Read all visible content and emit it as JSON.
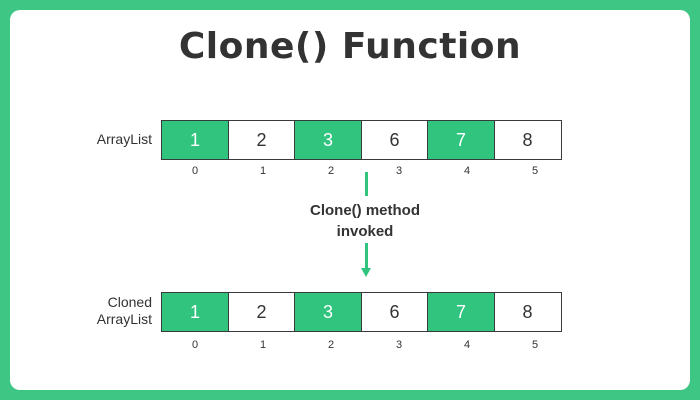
{
  "title": "Clone() Function",
  "original": {
    "label": "ArrayList",
    "cells": [
      {
        "value": "1",
        "highlighted": true
      },
      {
        "value": "2",
        "highlighted": false
      },
      {
        "value": "3",
        "highlighted": true
      },
      {
        "value": "6",
        "highlighted": false
      },
      {
        "value": "7",
        "highlighted": true
      },
      {
        "value": "8",
        "highlighted": false
      }
    ],
    "indices": [
      "0",
      "1",
      "2",
      "3",
      "4",
      "5"
    ]
  },
  "method": {
    "line1": "Clone() method",
    "line2": "invoked"
  },
  "cloned": {
    "label_line1": "Cloned",
    "label_line2": "ArrayList",
    "cells": [
      {
        "value": "1",
        "highlighted": true
      },
      {
        "value": "2",
        "highlighted": false
      },
      {
        "value": "3",
        "highlighted": true
      },
      {
        "value": "6",
        "highlighted": false
      },
      {
        "value": "7",
        "highlighted": true
      },
      {
        "value": "8",
        "highlighted": false
      }
    ],
    "indices": [
      "0",
      "1",
      "2",
      "3",
      "4",
      "5"
    ]
  },
  "colors": {
    "background": "#3ec685",
    "highlight": "#31c47f",
    "arrow": "#31c47f",
    "text": "#333333"
  }
}
